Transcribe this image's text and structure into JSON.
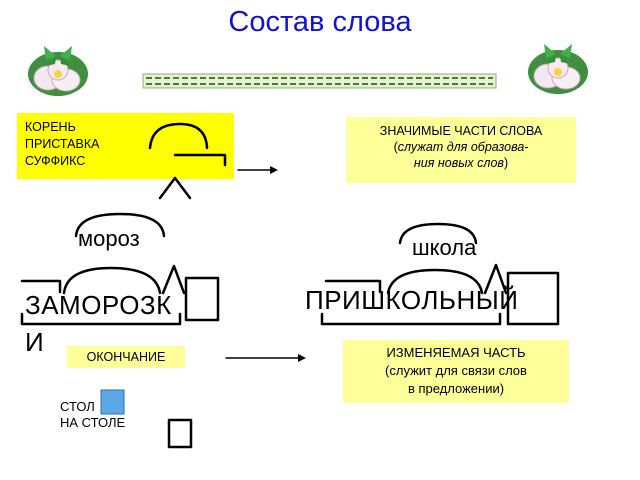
{
  "title": "Состав слова",
  "parts_box": {
    "root": "КОРЕНЬ",
    "prefix": "ПРИСТАВКА",
    "suffix": "СУФФИКС"
  },
  "significant_box": {
    "line1": "ЗНАЧИМЫЕ ЧАСТИ СЛОВА",
    "line2_open": "(",
    "line2_italic": "служат для образова-",
    "line3_italic": "ния новых слов",
    "line3_close": ")"
  },
  "words": {
    "frost": "мороз",
    "school": "школа",
    "zamorozki_main": "ЗАМОРОЗК",
    "zamorozki_end": "И",
    "prishkolny": "ПРИШКОЛЬНЫЙ"
  },
  "ending_box": {
    "label": "ОКОНЧАНИЕ"
  },
  "changeable_box": {
    "line1": "ИЗМЕНЯЕМАЯ ЧАСТЬ",
    "line2": "(служит для связи слов",
    "line3": "в предложении)"
  },
  "examples": {
    "stol": "СТОЛ",
    "na_stole": "НА СТОЛЕ"
  },
  "colors": {
    "title": "#1010d8",
    "highlight": "#ffff00",
    "box": "#ffff99",
    "ending_fill": "#5aa9e6"
  },
  "icons": {
    "decor_left": "butterfly-flower-icon",
    "decor_right": "butterfly-flower-icon",
    "separator": "chain-border"
  }
}
